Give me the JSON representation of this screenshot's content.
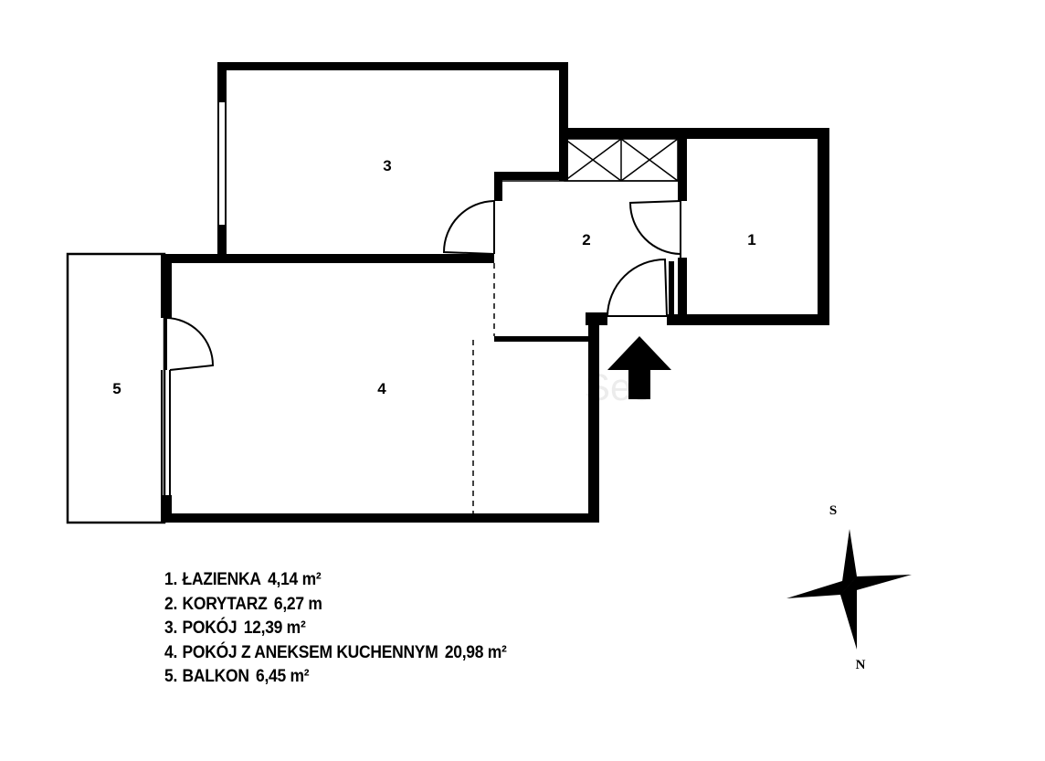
{
  "rooms": {
    "r1": "1",
    "r2": "2",
    "r3": "3",
    "r4": "4",
    "r5": "5"
  },
  "legend": [
    {
      "num": "1.",
      "name": "ŁAZIENKA",
      "area": "4,14 m²"
    },
    {
      "num": "2.",
      "name": "KORYTARZ",
      "area": "6,27 m"
    },
    {
      "num": "3.",
      "name": "POKÓJ",
      "area": "12,39 m²"
    },
    {
      "num": "4.",
      "name": "POKÓJ Z ANEKSEM KUCHENNYM",
      "area": "20,98 m²"
    },
    {
      "num": "5.",
      "name": "BALKON",
      "area": "6,45 m²"
    }
  ],
  "compass": {
    "top": "S",
    "bottom": "N"
  },
  "entrance_icon": "entrance-arrow-icon",
  "colors": {
    "wall": "#000000",
    "background": "#ffffff"
  }
}
